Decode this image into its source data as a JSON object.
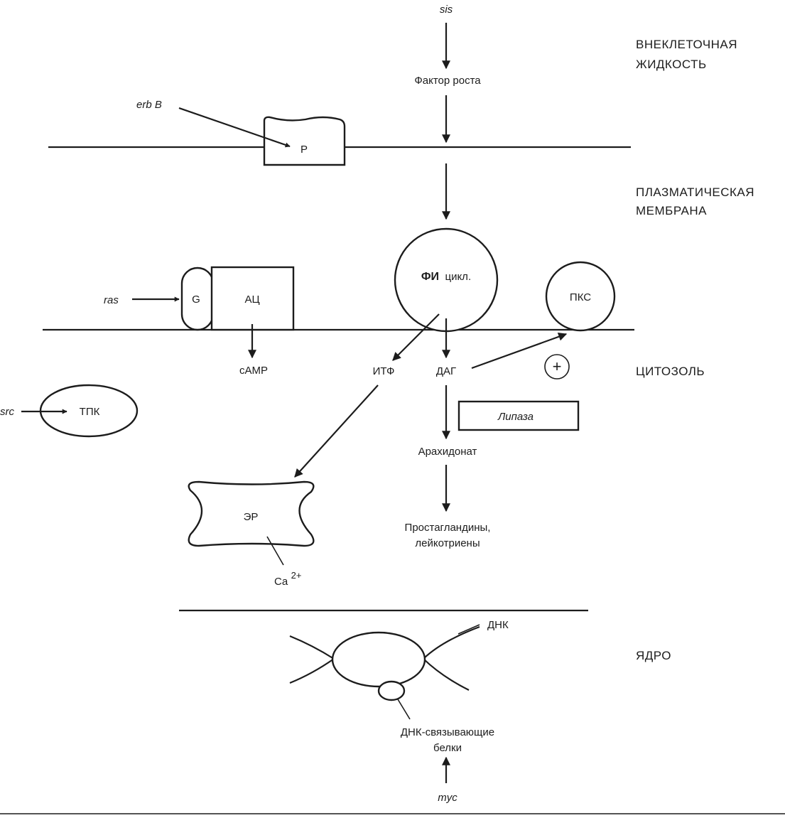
{
  "zones": {
    "extracellular": [
      "ВНЕКЛЕТОЧНАЯ",
      "ЖИДКОСТЬ"
    ],
    "membrane": [
      "ПЛАЗМАТИЧЕСКАЯ",
      "МЕМБРАНА"
    ],
    "cytosol": "ЦИТОЗОЛЬ",
    "nucleus": "ЯДРО"
  },
  "genes": {
    "sis": "sis",
    "erbB": "erb B",
    "ras": "ras",
    "src": "src",
    "myc": "myc"
  },
  "nodes": {
    "growth_factor": "Фактор роста",
    "receptor": "Р",
    "g_protein": "G",
    "adenylate_cyclase": "АЦ",
    "camp": "cAMP",
    "pi_cycle_main": "ФИ",
    "pi_cycle_sub": "цикл.",
    "pkc": "ПКС",
    "plus_sign": "+",
    "itf": "ИТФ",
    "dag": "ДАГ",
    "lipase": "Липаза",
    "arachidonate": "Арахидонат",
    "prostaglandins": [
      "Простагландины,",
      "лейкотриены"
    ],
    "tpk": "ТПК",
    "er": "ЭР",
    "calcium_base": "Ca",
    "calcium_sup": "2+",
    "dna": "ДНК",
    "dna_binding": [
      "ДНК-связывающие",
      "белки"
    ]
  }
}
